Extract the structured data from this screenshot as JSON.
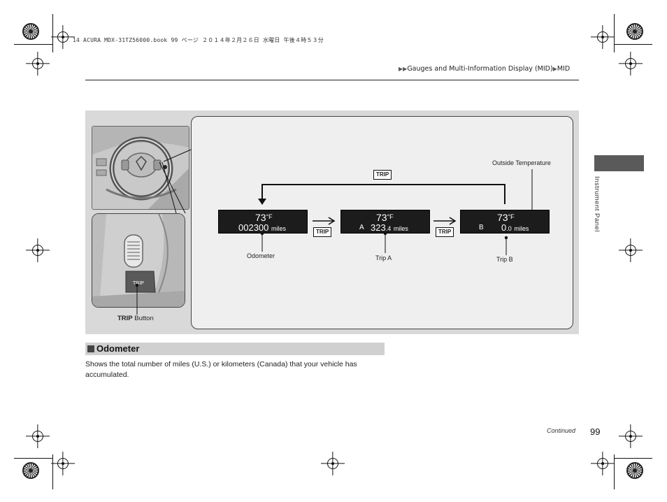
{
  "print_meta": "14 ACURA MDX-31TZ56000.book  99 ページ  ２０１４年２月２６日  水曜日  午後４時５３分",
  "breadcrumb": {
    "arrows": "▶▶",
    "section": "Gauges and Multi-Information Display (MID)",
    "separator": "▶",
    "current": "MID"
  },
  "figure": {
    "trip_badges": [
      "TRIP",
      "TRIP",
      "TRIP"
    ],
    "displays": [
      {
        "temp": "73",
        "temp_unit": "°F",
        "letter": "",
        "value": "002300",
        "value_decimal": "",
        "unit": "miles",
        "caption": "Odometer"
      },
      {
        "temp": "73",
        "temp_unit": "°F",
        "letter": "A",
        "value": "323",
        "value_decimal": ".4",
        "unit": "miles",
        "caption": "Trip A"
      },
      {
        "temp": "73",
        "temp_unit": "°F",
        "letter": "B",
        "value": "0",
        "value_decimal": ".0",
        "unit": "miles",
        "caption": "Trip B"
      }
    ],
    "outside_temperature_label": "Outside Temperature",
    "trip_button_label_bold": "TRIP",
    "trip_button_label_rest": " Button",
    "trip_button_face": "TRIP"
  },
  "section": {
    "title": "Odometer",
    "body": "Shows the total number of miles (U.S.) or kilometers (Canada) that your vehicle has accumulated."
  },
  "side_tab_label": "Instrument Panel",
  "footer": {
    "continued": "Continued",
    "page_number": "99"
  }
}
